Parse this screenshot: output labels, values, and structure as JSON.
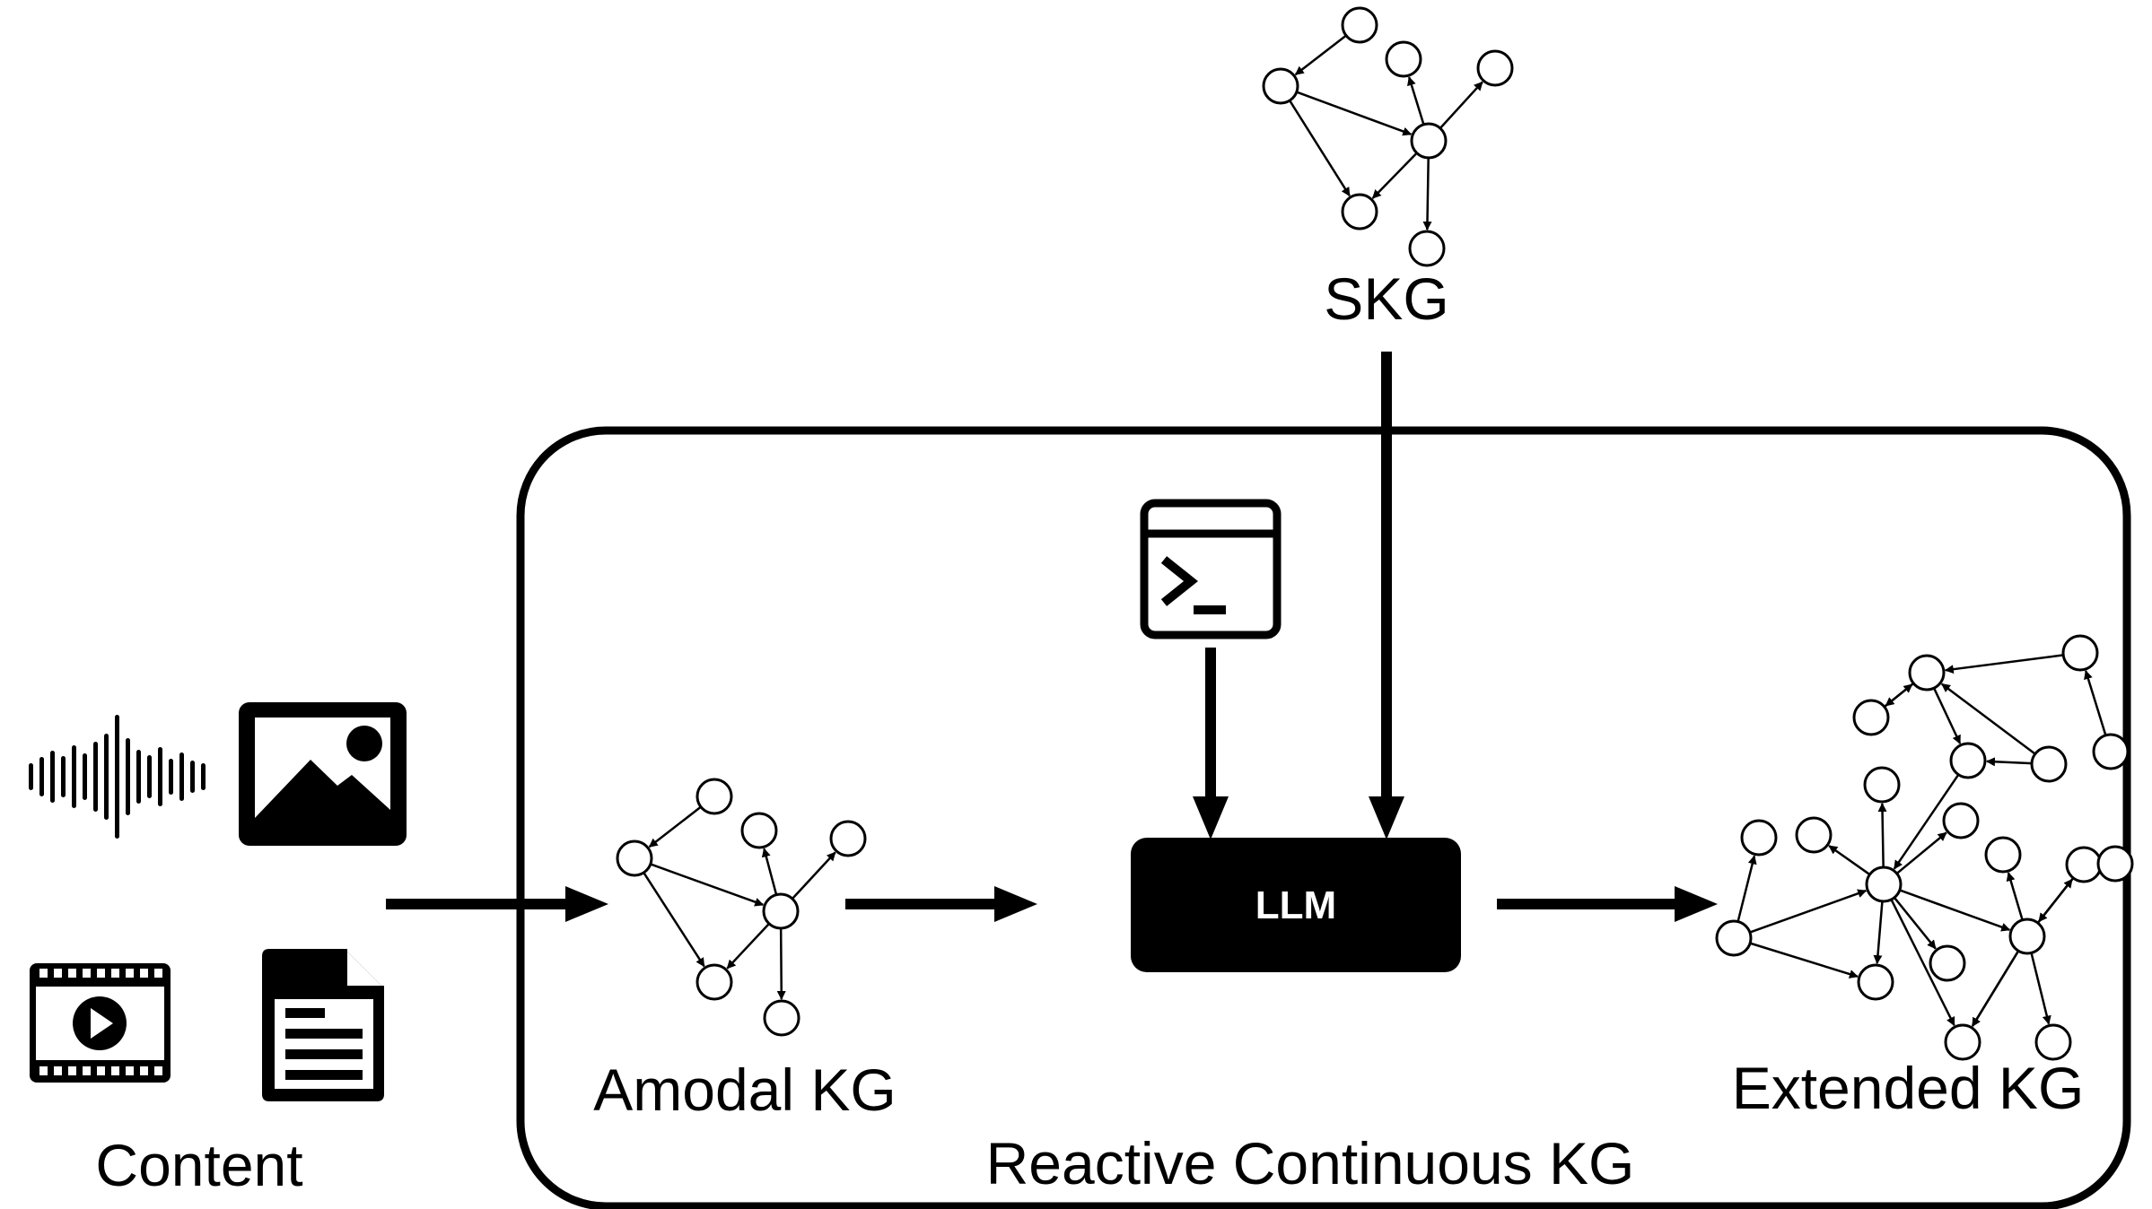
{
  "labels": {
    "skg": "SKG",
    "amodal_kg": "Amodal KG",
    "extended_kg": "Extended KG",
    "content": "Content",
    "reactive_kg": "Reactive Continuous KG",
    "llm": "LLM"
  },
  "colors": {
    "ink": "#000000",
    "paper": "#ffffff"
  },
  "icons": [
    "audio-waveform-icon",
    "image-icon",
    "video-icon",
    "document-icon",
    "terminal-icon"
  ]
}
